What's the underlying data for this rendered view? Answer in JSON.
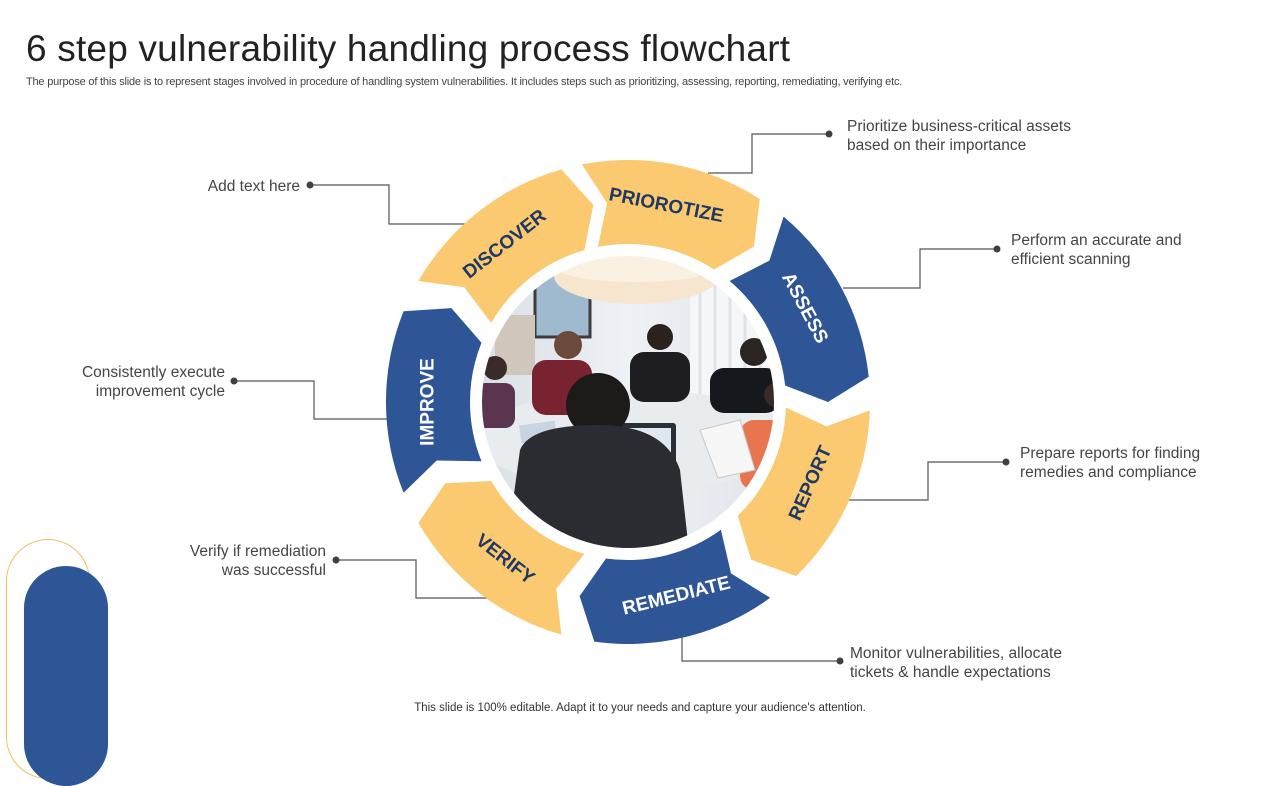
{
  "title": "6 step vulnerability handling process flowchart",
  "subtitle": "The purpose of this slide is to represent stages involved in procedure of handling system vulnerabilities. It includes steps such as prioritizing, assessing, reporting, remediating, verifying etc.",
  "footer": "This slide is 100% editable. Adapt it to your needs and capture your audience's attention.",
  "colors": {
    "yellow": "#fbc96f",
    "blue": "#2e5596",
    "label_dark": "#1f3864",
    "label_light": "#ffffff"
  },
  "steps": [
    {
      "label": "PRIOROTIZE",
      "color": "yellow",
      "note": [
        "Prioritize business-critical assets",
        "based on their importance"
      ]
    },
    {
      "label": "ASSESS",
      "color": "blue",
      "note": [
        "Perform an accurate and",
        "efficient scanning"
      ]
    },
    {
      "label": "REPORT",
      "color": "yellow",
      "note": [
        "Prepare reports for finding",
        "remedies and compliance"
      ]
    },
    {
      "label": "REMEDIATE",
      "color": "blue",
      "note": [
        "Monitor vulnerabilities, allocate",
        "tickets & handle expectations"
      ]
    },
    {
      "label": "VERIFY",
      "color": "yellow",
      "note": [
        "Verify if remediation",
        "was successful"
      ]
    },
    {
      "label": "IMPROVE",
      "color": "blue",
      "note": [
        "Consistently execute",
        "improvement cycle"
      ]
    },
    {
      "label": "DISCOVER",
      "color": "yellow",
      "note": [
        "Add text here"
      ]
    }
  ],
  "center_image": "photo-business-team-meeting"
}
